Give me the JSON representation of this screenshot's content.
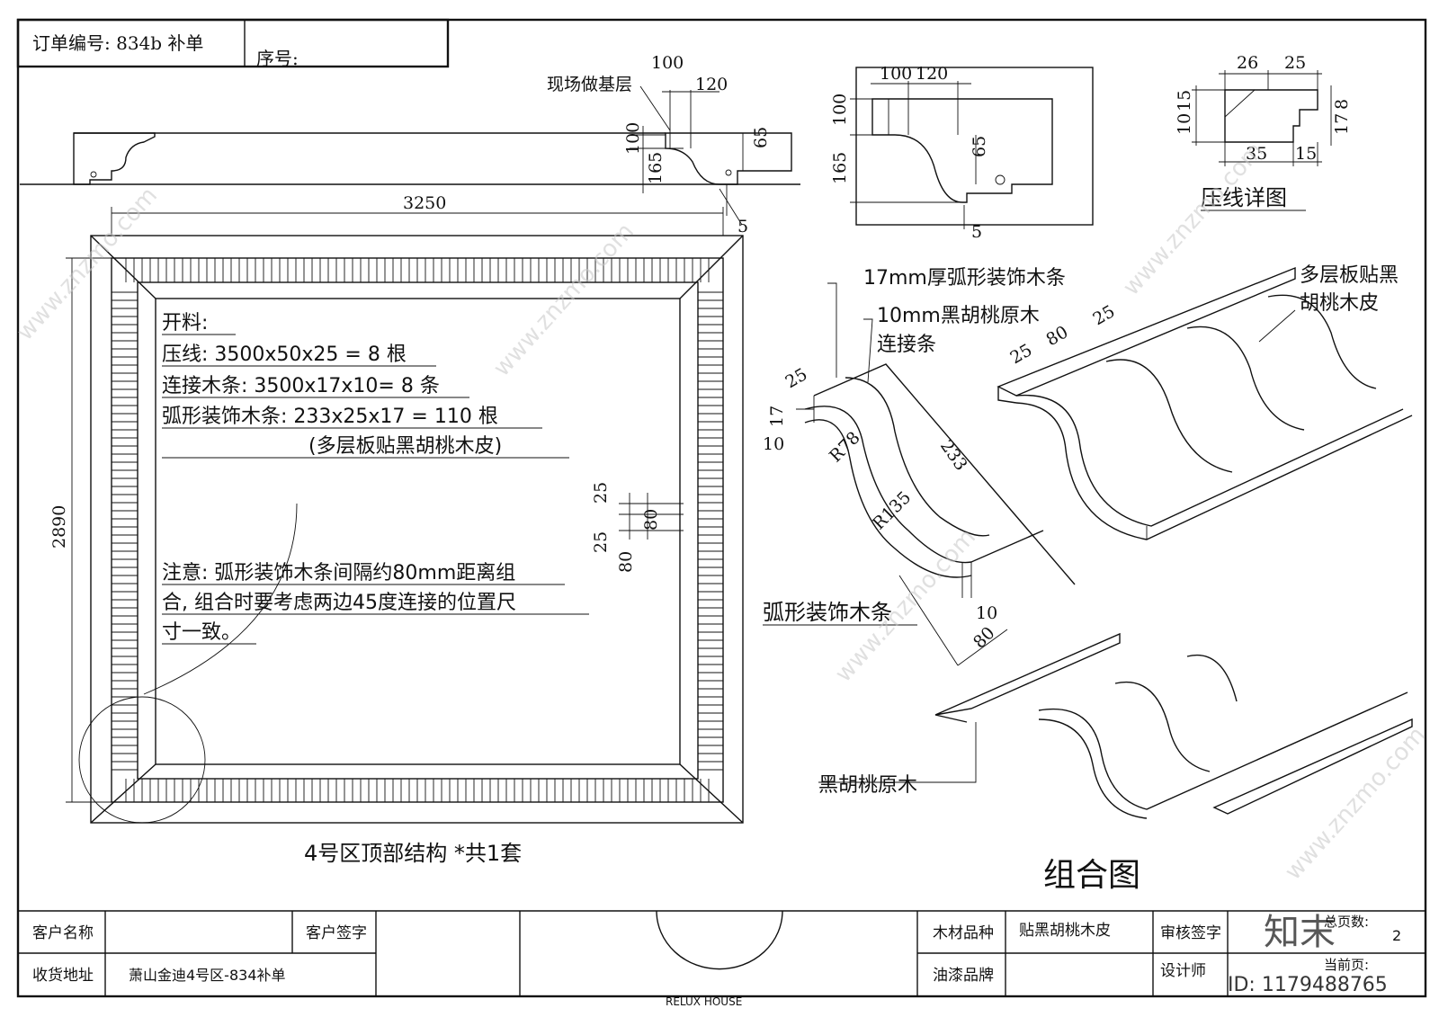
{
  "header": {
    "order_no": "订单编号: 834b 补单",
    "seq_no": "序号:"
  },
  "left_section": {
    "base_layer_label": "现场做基层",
    "dim_100": "100",
    "dim_120": "120",
    "dim_100_v": "100",
    "dim_165": "165",
    "dim_65": "65",
    "dim_5": "5",
    "width": "3250",
    "height": "2890",
    "notes": [
      "开料:",
      "压线: 3500x50x25 = 8 根",
      "连接木条: 3500x17x10= 8 条",
      "弧形装饰木条: 233x25x17 = 110 根",
      "(多层板贴黑胡桃木皮)"
    ],
    "spacing_dims": [
      "25",
      "80",
      "25",
      "80"
    ],
    "warning": [
      "注意: 弧形装饰木条间隔约80mm距离组",
      "合, 组合时要考虑两边45度连接的位置尺",
      "寸一致。"
    ],
    "caption": "4号区顶部结构 *共1套"
  },
  "section_detail": {
    "d100": "100",
    "d120": "120",
    "d100v": "100",
    "d165": "165",
    "d65": "65",
    "d5": "5"
  },
  "profile_detail": {
    "title": "压线详图",
    "d26": "26",
    "d25": "25",
    "d10": "10",
    "d15a": "15",
    "d17": "17",
    "d8": "8",
    "d35": "35",
    "d15b": "15"
  },
  "arc_detail": {
    "label_17mm": "17mm厚弧形装饰木条",
    "label_10mm_1": "10mm黑胡桃原木",
    "label_10mm_2": "连接条",
    "d25": "25",
    "d17": "17",
    "d10": "10",
    "r78": "R78",
    "d233": "233",
    "r135": "R135",
    "d10b": "10",
    "d80": "80",
    "caption": "弧形装饰木条"
  },
  "assembly": {
    "d25a": "25",
    "d80": "80",
    "d25b": "25",
    "multi_layer_1": "多层板贴黑",
    "multi_layer_2": "胡桃木皮",
    "walnut_label": "黑胡桃原木",
    "title": "组合图"
  },
  "title_block": {
    "customer_name_label": "客户名称",
    "customer_sign_label": "客户签字",
    "address_label": "收货地址",
    "address_value": "萧山金迪4号区-834补单",
    "wood_type_label": "木材品种",
    "wood_type_value": "贴黑胡桃木皮",
    "paint_label": "油漆品牌",
    "review_label": "审核签字",
    "designer_label": "设计师",
    "total_pages_label": "总页数:",
    "total_pages_value": "2",
    "current_page_label": "当前页:",
    "company": "RELUX HOUSE"
  },
  "watermark": {
    "site": "www.znzmo.com",
    "brand": "知末",
    "id": "ID: 1179488765"
  }
}
